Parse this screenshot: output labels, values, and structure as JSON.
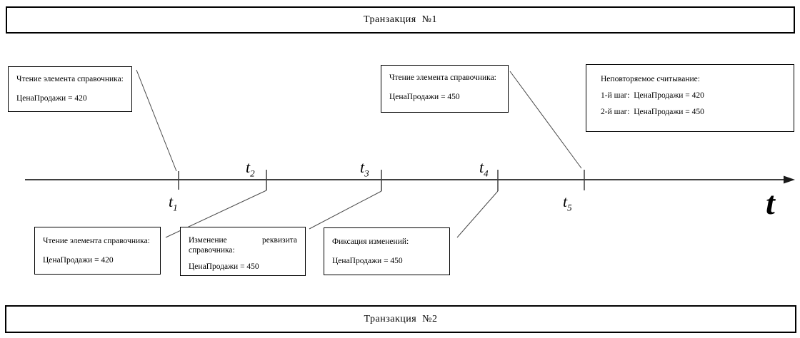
{
  "colors": {
    "background": "#ffffff",
    "text": "#000000",
    "border": "#000000",
    "line": "#3f3f3f"
  },
  "diagram": {
    "transaction1": "Транзакция  №1",
    "transaction2": "Транзакция  №2",
    "axis_label": "t",
    "ticks": [
      {
        "base": "t",
        "sub": "1"
      },
      {
        "base": "t",
        "sub": "2"
      },
      {
        "base": "t",
        "sub": "3"
      },
      {
        "base": "t",
        "sub": "4"
      },
      {
        "base": "t",
        "sub": "5"
      }
    ],
    "boxes": {
      "top_left": {
        "line1": "Чтение элемента справочника:",
        "line2": "ЦенаПродажи = 420"
      },
      "top_mid": {
        "line1": "Чтение элемента справочника:",
        "line2": "ЦенаПродажи = 450"
      },
      "top_right": {
        "line1": "Неповторяемое считывание:",
        "line2": "1-й шаг:  ЦенаПродажи = 420",
        "line3": "2-й шаг:  ЦенаПродажи = 450"
      },
      "bottom_left": {
        "line1": "Чтение элемента справочника:",
        "line2": "ЦенаПродажи = 420"
      },
      "bottom_mid": {
        "line1_word1": "Изменение",
        "line1_word2": "реквизита",
        "line2": "справочника:",
        "line3": "ЦенаПродажи = 450"
      },
      "bottom_right": {
        "line1": "Фиксация изменений:",
        "line2": "ЦенаПродажи = 450"
      }
    }
  }
}
